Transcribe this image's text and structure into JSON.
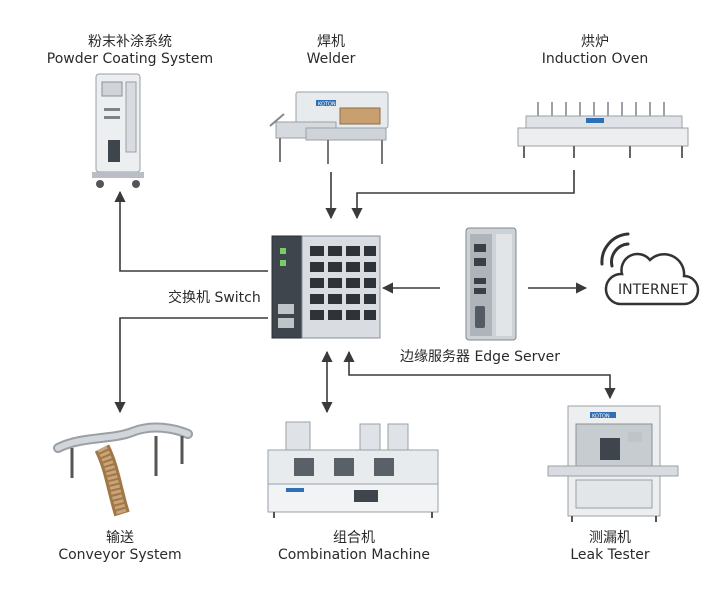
{
  "nodes": {
    "powder": {
      "zh": "粉末补涂系统",
      "en": "Powder Coating System"
    },
    "welder": {
      "zh": "焊机",
      "en": "Welder"
    },
    "oven": {
      "zh": "烘炉",
      "en": "Induction Oven"
    },
    "switch": {
      "label": "交换机 Switch"
    },
    "edge": {
      "label": "边缘服务器  Edge Server"
    },
    "internet": {
      "label": "INTERNET"
    },
    "conveyor": {
      "zh": "输送",
      "en": "Conveyor System"
    },
    "combo": {
      "zh": "组合机",
      "en": "Combination Machine"
    },
    "leak": {
      "zh": "测漏机",
      "en": "Leak Tester"
    }
  },
  "brand_mark": "KOTON",
  "colors": {
    "line": "#3a3a3a",
    "device_body": "#e6e8ea",
    "device_dark": "#5a6068",
    "accent_blue": "#2f6fb3"
  }
}
